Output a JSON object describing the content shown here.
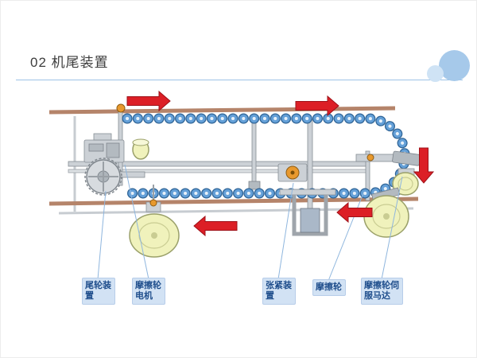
{
  "slide": {
    "title": "02 机尾装置"
  },
  "diagram": {
    "arrows": [
      {
        "id": "flow-arrow-right-1",
        "direction": "right"
      },
      {
        "id": "flow-arrow-right-2",
        "direction": "right"
      },
      {
        "id": "flow-arrow-down",
        "direction": "down"
      },
      {
        "id": "flow-arrow-left-1",
        "direction": "left"
      },
      {
        "id": "flow-arrow-left-2",
        "direction": "left"
      }
    ],
    "labels": [
      {
        "id": "tail-wheel-device",
        "text": "尾轮装置"
      },
      {
        "id": "friction-wheel-motor",
        "text": "摩擦轮电机"
      },
      {
        "id": "tension-device",
        "text": "张紧装置"
      },
      {
        "id": "friction-wheel",
        "text": "摩擦轮"
      },
      {
        "id": "friction-wheel-servo-motor",
        "text": "摩擦轮伺服马达"
      }
    ]
  },
  "colors": {
    "c-red": "#dc1f26",
    "c-red-dark": "#9e1118",
    "c-chain": "#64a0d8",
    "c-chain-dark": "#2f6496",
    "c-wheel": "#f0f2bc",
    "c-wheel-edge": "#9aa069",
    "c-copper": "#b5846a",
    "c-orange": "#e8992e",
    "c-callout": "#8fb6de",
    "c-label-bg": "#d2e2f4",
    "c-label-text": "#1f4e8c",
    "c-accent-line": "#9dc3e6",
    "c-decor-1": "#a6c9ea",
    "c-decor-2": "#cfe3f5"
  }
}
